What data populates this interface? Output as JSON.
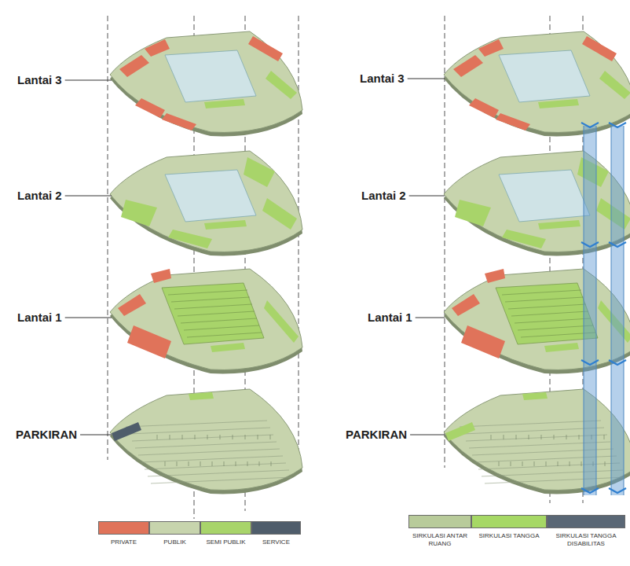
{
  "diagram": {
    "labels": [
      "Lantai 3",
      "Lantai 2",
      "Lantai 1",
      "PARKIRAN",
      "Lantai 3",
      "Lantai 2",
      "Lantai 1",
      "PARKIRAN"
    ],
    "legend": [
      {
        "text": "PRIVATE",
        "color": "#e0735a"
      },
      {
        "text": "PUBLIK",
        "color": "#c7d4ad"
      },
      {
        "text": "SEMI PUBLIK",
        "color": "#a8d46a"
      },
      {
        "text": "SERVICE",
        "color": "#4f5d6b"
      },
      {
        "text": "SIRKULASI ANTAR RUANG",
        "color": "#b8cb9a"
      },
      {
        "text": "SIRKULASI TANGGA",
        "color": "#a6d865"
      },
      {
        "text": "SIRKULASI TANGGA DISABILITAS",
        "color": "#5a6775"
      }
    ]
  }
}
